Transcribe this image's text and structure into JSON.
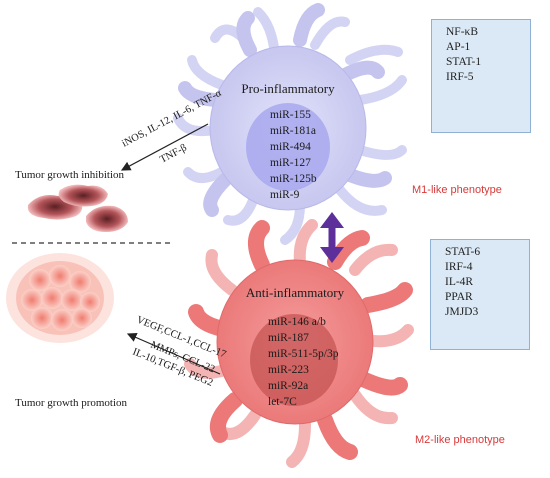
{
  "m1": {
    "title": "Pro-inflammatory",
    "mirnas": [
      "miR-155",
      "miR-181a",
      "miR-494",
      "miR-127",
      "miR-125b",
      "miR-9"
    ],
    "factors": [
      "NF-κB",
      "AP-1",
      "STAT-1",
      "IRF-5"
    ],
    "phenotype": "M1-like phenotype",
    "cytokines_line1": "iNOS, IL-12, IL-6, TNF-α",
    "cytokines_line2": "TNF-β",
    "outcome": "Tumor growth inhibition"
  },
  "m2": {
    "title": "Anti-inflammatory",
    "mirnas": [
      "miR-146 a/b",
      "miR-187",
      "miR-511-5p/3p",
      "miR-223",
      "miR-92a",
      "let-7C"
    ],
    "factors": [
      "STAT-6",
      "IRF-4",
      "IL-4R",
      "PPAR",
      "JMJD3"
    ],
    "phenotype": "M2-like phenotype",
    "cytokines_line1": "VEGF,CCL-1,CCL-17",
    "cytokines_line2": "MMPs, CCL-22",
    "cytokines_line3": "IL-10,TGF-β, PEG2",
    "outcome": "Tumor growth promotion"
  },
  "colors": {
    "m1_cell": "#c9c9f0",
    "m1_nucleus": "#a6a6ee",
    "m2_cell": "#ee7f7f",
    "m2_nucleus": "#c95a5a",
    "phenotype_label": "#d83a3a",
    "double_arrow": "#5d2f9a",
    "factor_box": "#dbe9f6"
  }
}
